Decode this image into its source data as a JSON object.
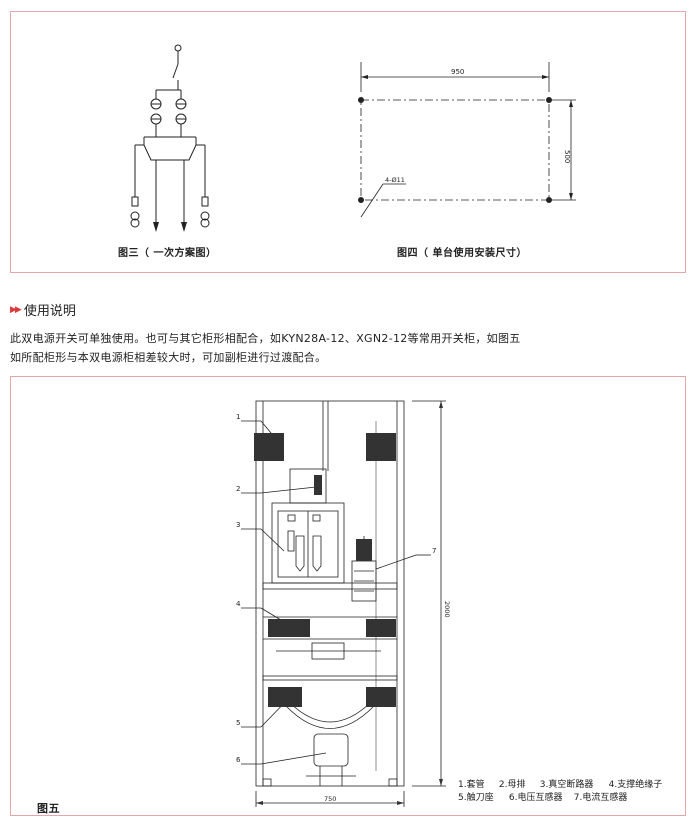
{
  "figures": {
    "fig3_caption": "图三（ 一次方案图）",
    "fig4_caption": "图四（ 单台使用安装尺寸）",
    "fig4_dim_width": "950",
    "fig4_dim_height": "500",
    "fig4_hole_label": "4-Ø11",
    "fig5_caption": "图五",
    "fig5_dim_height": "2000",
    "fig5_dim_width": "750",
    "fig5_callouts": [
      "1",
      "2",
      "3",
      "4",
      "5",
      "6",
      "7"
    ]
  },
  "section": {
    "title": "使用说明",
    "para_line1": "此双电源开关可单独使用。也可与其它柜形相配合，如KYN28A-12、XGN2-12等常用开关柜，如图五",
    "para_line2": "如所配柜形与本双电源柜相差较大时，可加副柜进行过渡配合。"
  },
  "legend": {
    "i1": "1.套管",
    "i2": "2.母排",
    "i3": "3.真空断路器",
    "i4": "4.支撑绝缘子",
    "i5": "5.触刀座",
    "i6": "6.电压互感器",
    "i7": "7.电流互感器"
  }
}
